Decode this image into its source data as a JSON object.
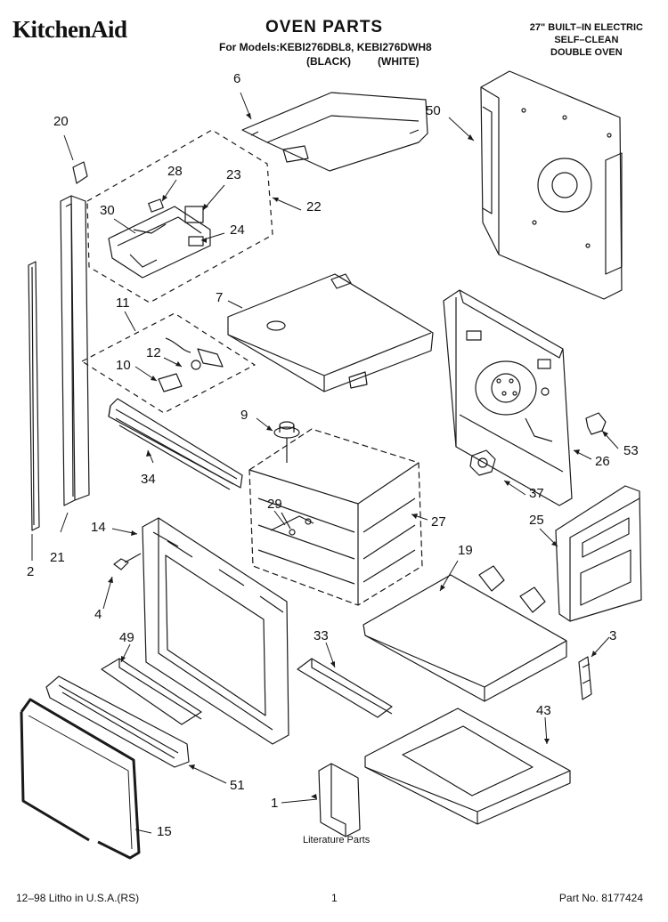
{
  "header": {
    "brand": "KitchenAid",
    "title": "OVEN PARTS",
    "models_line": "For Models:KEBI276DBL8, KEBI276DWH8",
    "variant_black": "(BLACK)",
    "variant_white": "(WHITE)",
    "description": [
      "27\" BUILT–IN ELECTRIC",
      "SELF–CLEAN",
      "DOUBLE OVEN"
    ]
  },
  "callouts": {
    "c6": "6",
    "c50": "50",
    "c20": "20",
    "c28": "28",
    "c23": "23",
    "c22": "22",
    "c30": "30",
    "c24": "24",
    "c7": "7",
    "c11": "11",
    "c12": "12",
    "c10": "10",
    "c9": "9",
    "c34": "34",
    "c53": "53",
    "c26": "26",
    "c37": "37",
    "c29": "29",
    "c27": "27",
    "c25": "25",
    "c14": "14",
    "c2": "2",
    "c21": "21",
    "c4": "4",
    "c19": "19",
    "c49": "49",
    "c33": "33",
    "c3": "3",
    "c43": "43",
    "c51": "51",
    "c1": "1",
    "c15": "15"
  },
  "literature_label": "Literature Parts",
  "footer": {
    "print_info": "12–98 Litho in U.S.A.(RS)",
    "page_number": "1",
    "part_number": "Part No. 8177424"
  },
  "colors": {
    "ink": "#1a1a1a",
    "background": "#ffffff"
  }
}
